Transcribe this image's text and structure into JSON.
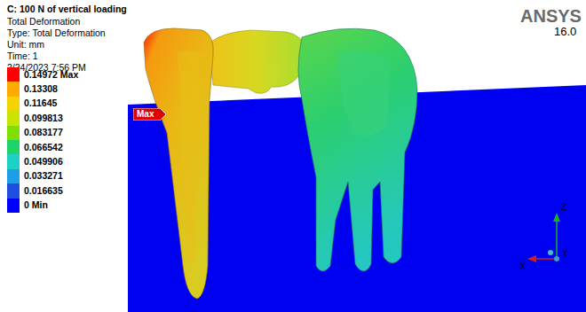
{
  "diagram": {
    "title": "C: 100 N of vertical loading",
    "nodes": [
      {
        "text": [
          "Max"
        ]
      }
    ],
    "labels": [
      "Total Deformation",
      "Type: Total Deformation",
      "Unit: mm",
      "Time: 1",
      "2/24/2023 7:56 PM",
      "ANSYS",
      "16.0",
      "Z",
      "X",
      "Y"
    ],
    "legend": [
      {
        "text": "0.14972 Max",
        "color": "#ff0000"
      },
      {
        "text": "0.13308",
        "color": "#ffaa00"
      },
      {
        "text": "0.11645",
        "color": "#f2d400"
      },
      {
        "text": "0.099813",
        "color": "#c8e400"
      },
      {
        "text": "0.083177",
        "color": "#7fe000"
      },
      {
        "text": "0.066542",
        "color": "#1cd46a"
      },
      {
        "text": "0.049906",
        "color": "#1fd0c4"
      },
      {
        "text": "0.033271",
        "color": "#1e9ee6"
      },
      {
        "text": "0.016635",
        "color": "#1e4fe0"
      },
      {
        "text": "0 Min",
        "color": "#0000ff"
      }
    ]
  }
}
